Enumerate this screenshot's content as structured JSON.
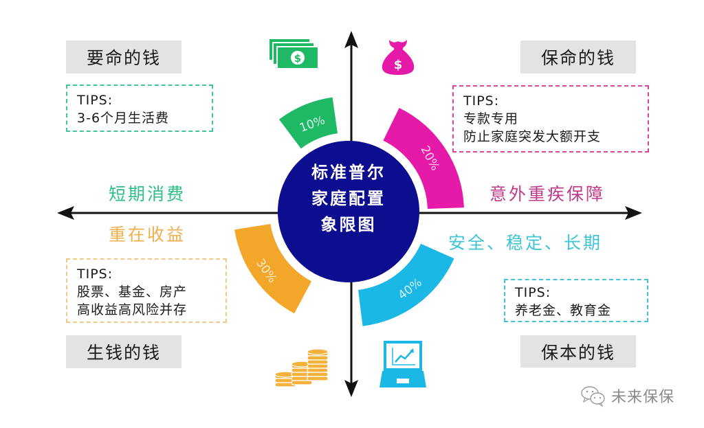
{
  "title": {
    "lines": [
      "标准普尔",
      "家庭配置",
      "象限图"
    ]
  },
  "colors": {
    "center": "#0d0d8f",
    "green": "#1fb865",
    "pink": "#e61aa8",
    "orange": "#f2a72a",
    "cyan": "#1bb8e6",
    "gray_box": "#e3e3e3",
    "axis": "#111111"
  },
  "axes": {
    "left_top_label": "短期消费",
    "left_bottom_label": "重在收益",
    "right_top_label": "意外重疾保障",
    "right_bottom_label": "安全、稳定、长期"
  },
  "quadrants": {
    "top_left": {
      "title": "要命的钱",
      "tips": [
        "TIPS:",
        "3-6个月生活费"
      ],
      "percent": "10%",
      "icon": "cash-stack-icon"
    },
    "top_right": {
      "title": "保命的钱",
      "tips": [
        "TIPS:",
        "专款专用",
        "防止家庭突发大额开支"
      ],
      "percent": "20%",
      "icon": "money-bag-icon"
    },
    "bottom_left": {
      "title": "生钱的钱",
      "tips": [
        "TIPS:",
        "股票、基金、房产",
        "高收益高风险并存"
      ],
      "percent": "30%",
      "icon": "coin-stacks-icon"
    },
    "bottom_right": {
      "title": "保本的钱",
      "tips": [
        "TIPS:",
        "养老金、教育金"
      ],
      "percent": "40%",
      "icon": "laptop-chart-icon"
    }
  },
  "watermark": {
    "text": "未来保保",
    "icon": "wechat-icon"
  }
}
